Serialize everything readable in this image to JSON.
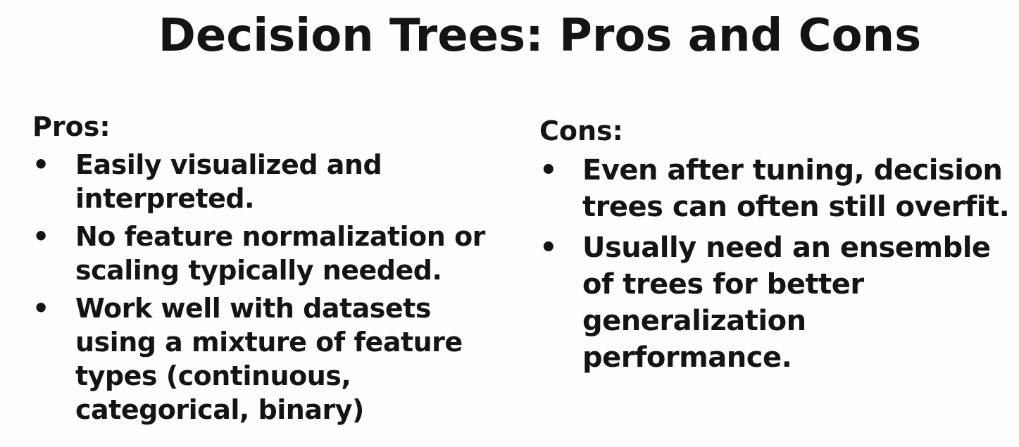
{
  "slide": {
    "title": "Decision Trees: Pros and Cons",
    "pros": {
      "heading": "Pros:",
      "items": [
        "Easily visualized and interpreted.",
        "No feature normalization or scaling typically needed.",
        "Work well with datasets using a mixture of feature types (continuous, categorical, binary)"
      ]
    },
    "cons": {
      "heading": "Cons:",
      "items": [
        "Even after tuning, decision trees can often still overfit.",
        "Usually need an ensemble of trees for better generalization performance."
      ]
    },
    "bullet_glyph": "•"
  }
}
